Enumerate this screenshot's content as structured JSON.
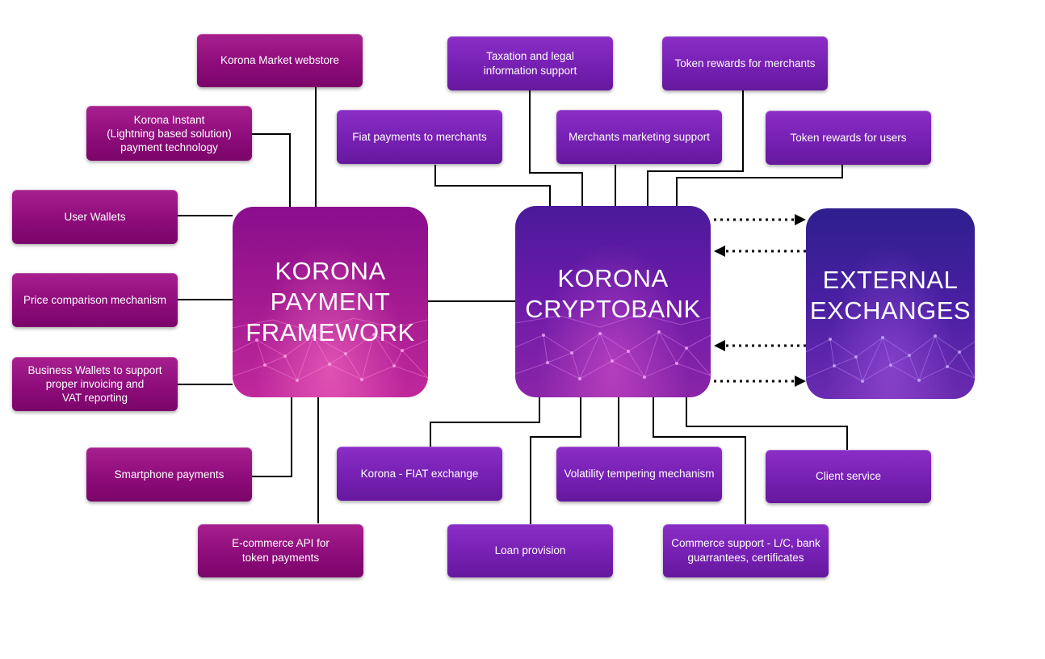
{
  "hubs": {
    "payment_framework": "KORONA\nPAYMENT\nFRAMEWORK",
    "cryptobank": "KORONA\nCRYPTOBANK",
    "external_exchanges": "EXTERNAL\nEXCHANGES"
  },
  "framework_features": {
    "market_webstore": "Korona Market webstore",
    "instant": "Korona Instant\n(Lightning based solution)\npayment technology",
    "user_wallets": "User Wallets",
    "price_comparison": "Price comparison mechanism",
    "business_wallets": "Business Wallets to support\nproper invoicing and\nVAT reporting",
    "smartphone_payments": "Smartphone payments",
    "ecommerce_api": "E-commerce API for\ntoken payments"
  },
  "cryptobank_services": {
    "taxation": "Taxation and legal\ninformation support",
    "token_rewards_merchants": "Token rewards for merchants",
    "fiat_payments": "Fiat payments to merchants",
    "merchants_marketing": "Merchants marketing support",
    "token_rewards_users": "Token rewards for users",
    "fiat_exchange": "Korona - FIAT exchange",
    "volatility": "Volatility tempering mechanism",
    "client_service": "Client service",
    "loan_provision": "Loan provision",
    "commerce_support": "Commerce support - L/C, bank\nguarrantees, certificates"
  },
  "colors": {
    "framework_boxes": "#8e0c7b",
    "cryptobank_boxes": "#7620b3",
    "connector": "#000000"
  }
}
